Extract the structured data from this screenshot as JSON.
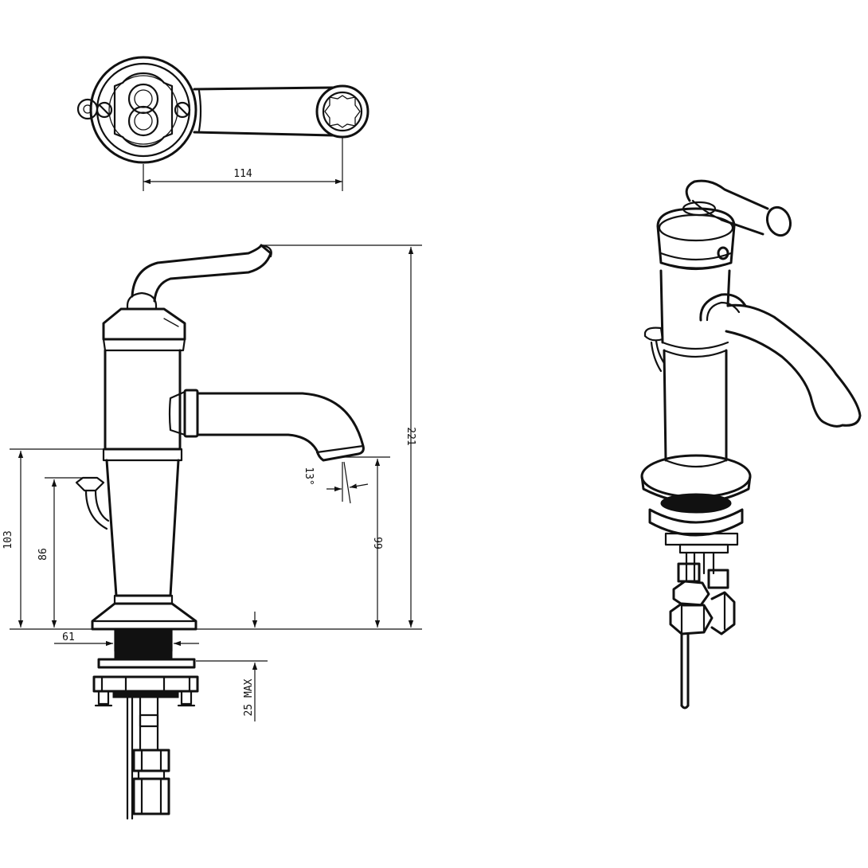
{
  "dimensions": {
    "handle_length": "114",
    "total_height": "221",
    "spout_height": "99",
    "body_lower_height": "103",
    "lever_height": "86",
    "spout_angle": "13°",
    "base_diameter": "61",
    "deck_thickness": "25 MAX"
  }
}
